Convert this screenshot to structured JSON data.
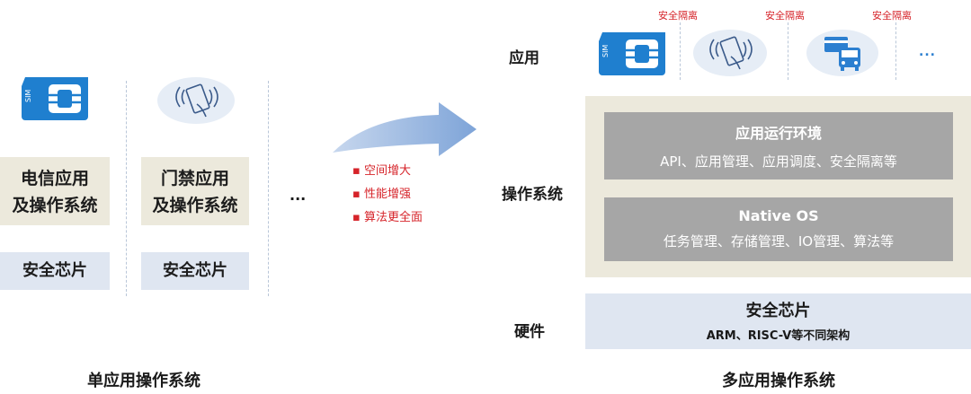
{
  "left": {
    "apps": [
      {
        "line1": "电信应用",
        "line2": "及操作系统"
      },
      {
        "line1": "门禁应用",
        "line2": "及操作系统"
      }
    ],
    "chips": [
      "安全芯片",
      "安全芯片"
    ],
    "ellipsis": "...",
    "caption": "单应用操作系统",
    "sim_label": "SIM"
  },
  "arrow": {
    "bullets": [
      "空间增大",
      "性能增强",
      "算法更全面"
    ]
  },
  "right": {
    "row_labels": {
      "app": "应用",
      "os": "操作系统",
      "hw": "硬件"
    },
    "isolation_labels": [
      "安全隔离",
      "安全隔离",
      "安全隔离"
    ],
    "ellipsis": "...",
    "sim_label": "SIM",
    "runtime": {
      "title": "应用运行环境",
      "desc": "API、应用管理、应用调度、安全隔离等"
    },
    "native": {
      "title": "Native OS",
      "desc": "任务管理、存储管理、IO管理、算法等"
    },
    "chip": {
      "title": "安全芯片",
      "desc": "ARM、RISC-V等不同架构"
    },
    "caption": "多应用操作系统"
  },
  "colors": {
    "sim_blue": "#1f7fcf",
    "red": "#d6242a",
    "arrow_blue": "#8fb2de",
    "beige": "#ece9dc",
    "light_blue": "#dfe6f1",
    "gray": "#a6a6a6"
  }
}
